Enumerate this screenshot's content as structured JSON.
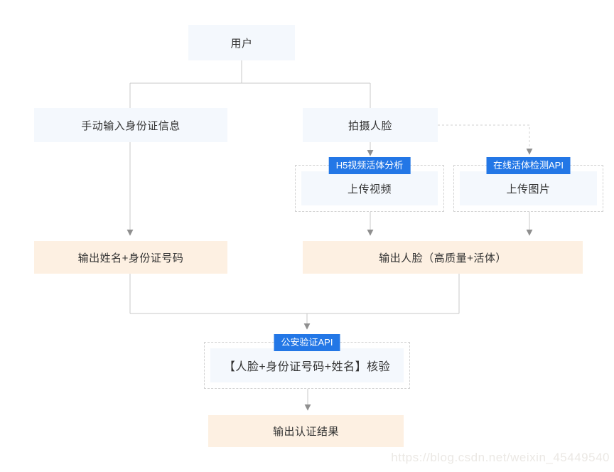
{
  "page": {
    "background": "#ffffff",
    "watermark": "https://blog.csdn.net/weixin_45449540"
  },
  "colors": {
    "node_blue_bg": "#f4f8fd",
    "node_orange_bg": "#fdf0e2",
    "tag_blue": "#2377e6",
    "tag_text": "#ffffff",
    "line": "#c9c9c9",
    "arrowhead": "#8f8f8f",
    "dashed_border": "#d2d2d2",
    "text": "#333333"
  },
  "flowchart": {
    "nodes": {
      "user": "用户",
      "manual_input": "手动输入身份证信息",
      "capture_face": "拍摄人脸",
      "h5_tag": "H5视频活体分析",
      "h5_body": "上传视频",
      "online_tag": "在线活体检测API",
      "online_body": "上传图片",
      "output_id": "输出姓名+身份证号码",
      "output_face": "输出人脸（高质量+活体）",
      "verify_tag": "公安验证API",
      "verify_body": "【人脸+身份证号码+姓名】核验",
      "result": "输出认证结果"
    }
  }
}
